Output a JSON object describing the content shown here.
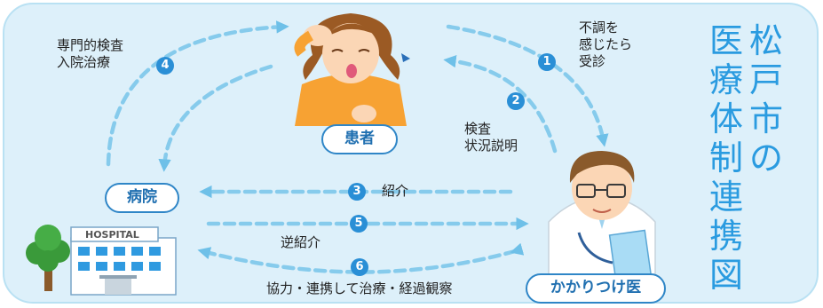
{
  "nodes": {
    "patient": "患者",
    "hospital": "病院",
    "clinic": "かかりつけ医"
  },
  "hospital_sign": "HOSPITAL",
  "title": {
    "col1": [
      "松",
      "戸",
      "市",
      "の"
    ],
    "col2": [
      "医",
      "療",
      "体",
      "制",
      "連",
      "携",
      "図"
    ]
  },
  "steps": [
    {
      "num": "1",
      "text": "不調を\n感じたら\n受診"
    },
    {
      "num": "2",
      "text": "検査\n状況説明"
    },
    {
      "num": "3",
      "text": "紹介"
    },
    {
      "num": "4",
      "text": "専門的検査\n入院治療"
    },
    {
      "num": "5",
      "text": "逆紹介"
    },
    {
      "num": "6",
      "text": "協力・連携して治療・経過観察"
    }
  ],
  "colors": {
    "background": "#ddf0fa",
    "arrow": "#7cc6ea",
    "accent": "#2a8fd6",
    "title": "#2a9be0"
  }
}
